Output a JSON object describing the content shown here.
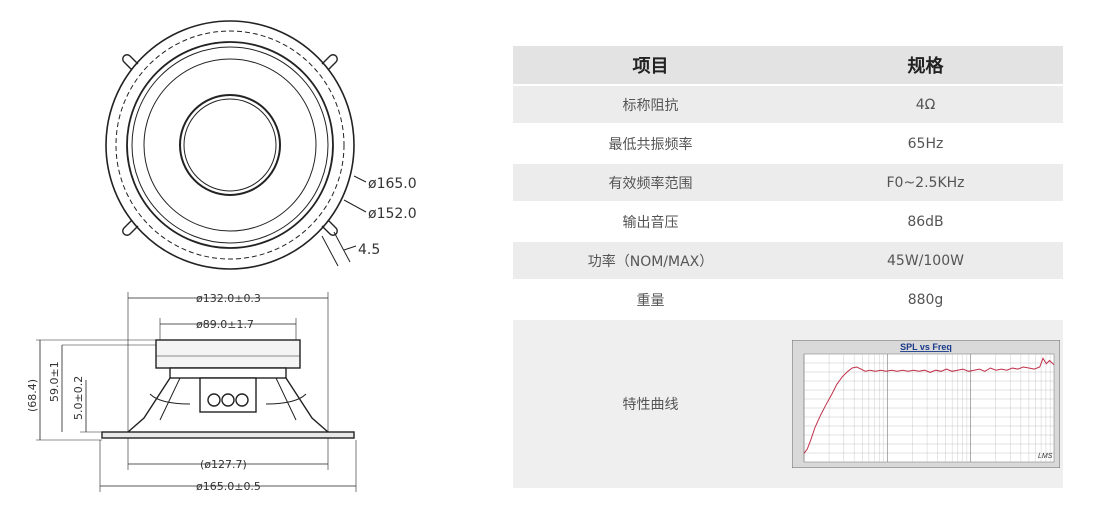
{
  "drawing": {
    "top_view": {
      "d_outer": "ø165.0",
      "d_inner": "ø152.0",
      "slot": "4.5"
    },
    "side_view": {
      "d_frame_top": "ø132.0±0.3",
      "d_magnet": "ø89.0±1.7",
      "d_cutout": "(ø127.7)",
      "d_overall": "ø165.0±0.5",
      "h_total": "(68.4)",
      "h_mount": "59.0±1",
      "h_flange": "5.0±0.2"
    }
  },
  "spec_table": {
    "header": {
      "item": "项目",
      "spec": "规格"
    },
    "rows": [
      {
        "item": "标称阻抗",
        "spec": "4Ω"
      },
      {
        "item": "最低共振频率",
        "spec": "65Hz"
      },
      {
        "item": "有效频率范围",
        "spec": "F0~2.5KHz"
      },
      {
        "item": "输出音压",
        "spec": "86dB"
      },
      {
        "item": "功率（NOM/MAX）",
        "spec": "45W/100W"
      },
      {
        "item": "重量",
        "spec": "880g"
      }
    ],
    "curve_row": {
      "item": "特性曲线"
    }
  },
  "curve": {
    "title": "SPL vs Freq",
    "watermark": "LMS",
    "colors": {
      "line": "#c0304a",
      "grid": "#b8b8b8",
      "title": "#1a3a8a",
      "frame": "#6c6c6c"
    },
    "points": [
      [
        0,
        92
      ],
      [
        3,
        88
      ],
      [
        6,
        80
      ],
      [
        10,
        68
      ],
      [
        15,
        57
      ],
      [
        20,
        47
      ],
      [
        25,
        38
      ],
      [
        30,
        28
      ],
      [
        35,
        21
      ],
      [
        40,
        16
      ],
      [
        44,
        13
      ],
      [
        48,
        12
      ],
      [
        52,
        14
      ],
      [
        56,
        16
      ],
      [
        60,
        15
      ],
      [
        65,
        16
      ],
      [
        70,
        15
      ],
      [
        75,
        16
      ],
      [
        80,
        15
      ],
      [
        85,
        16
      ],
      [
        90,
        15
      ],
      [
        95,
        16
      ],
      [
        100,
        15
      ],
      [
        105,
        16
      ],
      [
        110,
        15
      ],
      [
        115,
        17
      ],
      [
        120,
        15
      ],
      [
        125,
        16
      ],
      [
        130,
        14
      ],
      [
        135,
        16
      ],
      [
        140,
        15
      ],
      [
        145,
        14
      ],
      [
        150,
        16
      ],
      [
        155,
        15
      ],
      [
        160,
        14
      ],
      [
        165,
        16
      ],
      [
        170,
        13
      ],
      [
        175,
        15
      ],
      [
        180,
        14
      ],
      [
        185,
        15
      ],
      [
        190,
        13
      ],
      [
        195,
        14
      ],
      [
        200,
        12
      ],
      [
        205,
        13
      ],
      [
        210,
        14
      ],
      [
        215,
        12
      ],
      [
        218,
        4
      ],
      [
        221,
        9
      ],
      [
        224,
        6
      ],
      [
        228,
        10
      ]
    ]
  }
}
